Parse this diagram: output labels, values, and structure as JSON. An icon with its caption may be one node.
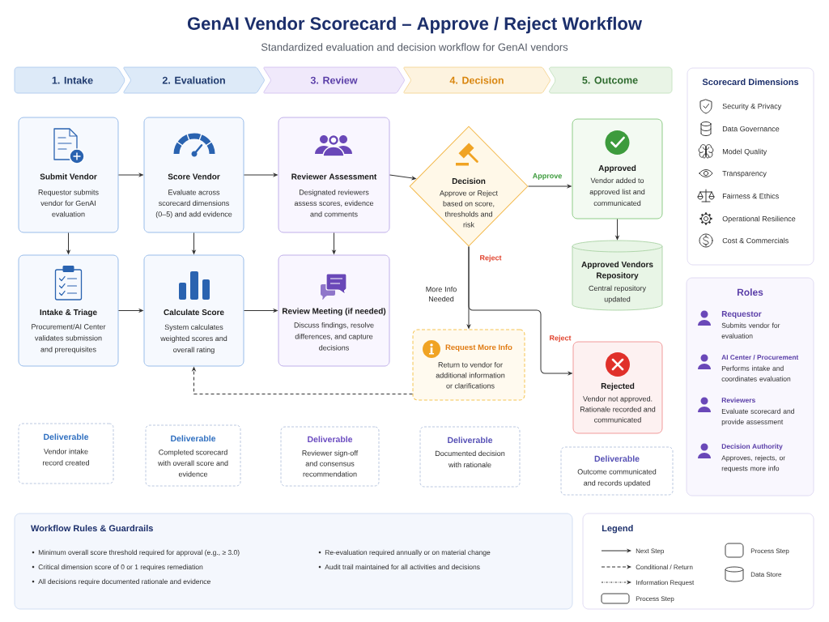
{
  "diagram": {
    "title": "GenAI Vendor Scorecard – Approve / Reject Workflow",
    "nodes": [
      {
        "text": [
          "1. Intake"
        ]
      },
      {
        "text": [
          "2. Evaluation"
        ]
      },
      {
        "text": [
          "3. Review"
        ]
      },
      {
        "text": [
          "4. Decision"
        ]
      },
      {
        "text": [
          "5. Outcome"
        ]
      },
      {
        "text": [
          "Submit Vendor",
          "Requestor submits vendor for GenAI evaluation"
        ]
      },
      {
        "text": [
          "Score Vendor",
          "Evaluate across scorecard dimensions (0–5) and add evidence"
        ]
      },
      {
        "text": [
          "Reviewer Assessment",
          "Designated reviewers assess scores, evidence and comments"
        ]
      },
      {
        "text": [
          "Decision",
          "Approve or Reject based on score, thresholds and risk"
        ]
      },
      {
        "text": [
          "Approved",
          "Vendor added to approved list and communicated"
        ]
      },
      {
        "text": [
          "Approved Vendors Repository",
          "Central repository updated"
        ]
      },
      {
        "text": [
          "Intake & Triage",
          "Procurement/AI Center validates submission and prerequisites"
        ]
      },
      {
        "text": [
          "Calculate Score",
          "System calculates weighted scores and overall rating"
        ]
      },
      {
        "text": [
          "Review Meeting (if needed)",
          "Discuss findings, resolve differences, and capture decisions"
        ]
      },
      {
        "text": [
          "Request More Info",
          "Return to vendor for additional information or clarifications"
        ]
      },
      {
        "text": [
          "Rejected",
          "Vendor not approved. Rationale recorded and communicated"
        ]
      },
      {
        "text": [
          "Deliverable",
          "Vendor intake record created"
        ]
      },
      {
        "text": [
          "Deliverable",
          "Completed scorecard with overall score and evidence"
        ]
      },
      {
        "text": [
          "Deliverable",
          "Reviewer sign-off and consensus recommendation"
        ]
      },
      {
        "text": [
          "Deliverable",
          "Documented decision with rationale"
        ]
      },
      {
        "text": [
          "Deliverable",
          "Outcome communicated and records updated"
        ]
      },
      {
        "text": [
          "Scorecard Dimensions",
          "Security & Privacy",
          "Data Governance",
          "Model Quality",
          "Transparency",
          "Fairness & Ethics",
          "Operational Resilience",
          "Cost & Commercials"
        ]
      },
      {
        "text": [
          "Roles",
          "Requestor",
          "Submits vendor for evaluation",
          "AI Center / Procurement",
          "Performs intake and coordinates evaluation",
          "Reviewers",
          "Evaluate scorecard and provide assessment",
          "Decision Authority",
          "Approves, rejects, or requests more info"
        ]
      },
      {
        "text": [
          "Workflow Rules & Guardrails",
          "Minimum overall score threshold required for approval (e.g., ≥ 3.0)",
          "Critical dimension score of 0 or 1 requires remediation",
          "All decisions require documented rationale and evidence",
          "Re-evaluation required annually or on material change",
          "Audit trail maintained for all activities and decisions"
        ]
      }
    ],
    "edges": [
      {
        "from": 5,
        "to": 6,
        "arrow": "to"
      },
      {
        "from": 6,
        "to": 7,
        "arrow": "to"
      },
      {
        "from": 7,
        "to": 8,
        "arrow": "to"
      },
      {
        "from": 8,
        "to": 9,
        "arrow": "to",
        "label": "Approve"
      },
      {
        "from": 9,
        "to": 10,
        "arrow": "to"
      },
      {
        "from": 5,
        "to": 11,
        "arrow": "to"
      },
      {
        "from": 6,
        "to": 12,
        "arrow": "to"
      },
      {
        "from": 7,
        "to": 13,
        "arrow": "to"
      },
      {
        "from": 11,
        "to": 12,
        "arrow": "to"
      },
      {
        "from": 12,
        "to": 13,
        "arrow": "to"
      },
      {
        "from": 8,
        "to": 14,
        "arrow": "to",
        "label": "More Info Needed"
      },
      {
        "from": 8,
        "to": 15,
        "arrow": "to",
        "label": "Reject"
      },
      {
        "from": 14,
        "to": 12,
        "arrow": "to",
        "style": "dashed"
      }
    ],
    "labels": [
      "Standardized evaluation and decision workflow for GenAI vendors",
      "Reject",
      "Legend"
    ],
    "legend": [
      {
        "text": "Next Step"
      },
      {
        "text": "Conditional / Return"
      },
      {
        "text": "Information Request"
      },
      {
        "text": "Process Step"
      },
      {
        "text": "Process Step"
      },
      {
        "text": "Data Store"
      }
    ]
  }
}
